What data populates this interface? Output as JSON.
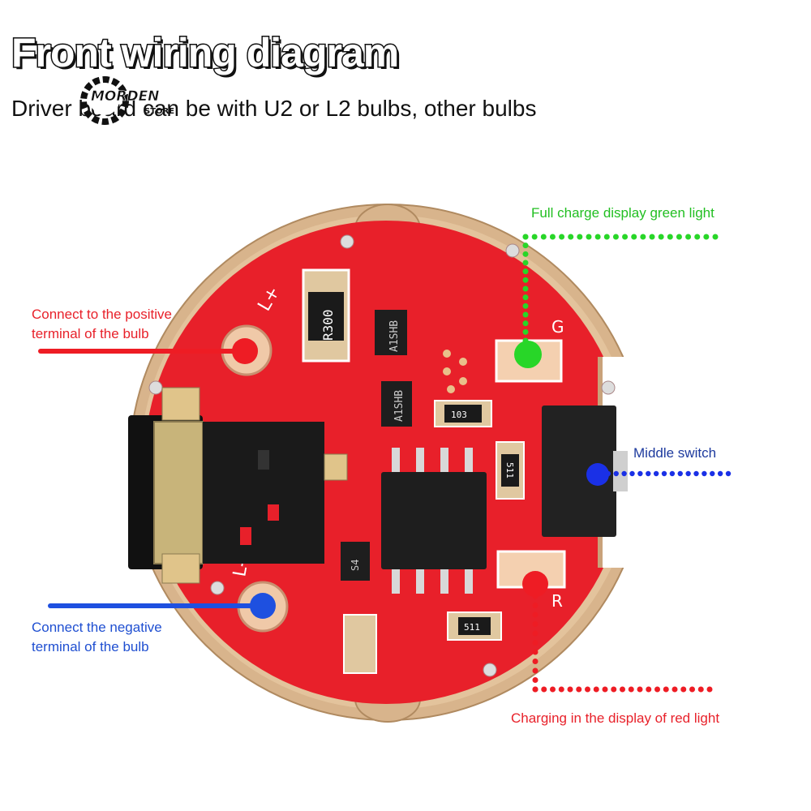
{
  "header": {
    "title": "Front wiring diagram",
    "subtitle": "Driver board can be with U2 or L2 bulbs, other bulbs"
  },
  "logo": {
    "brand": "MORDEN",
    "sub": "STORE"
  },
  "callouts": {
    "positive": {
      "line1": "Connect to the positive",
      "line2": "terminal of the bulb",
      "color": "#e8212a"
    },
    "negative": {
      "line1": "Connect the negative",
      "line2": "terminal of the bulb",
      "color": "#1f4fd1"
    },
    "green_light": {
      "text": "Full charge display green light",
      "color": "#22bf22"
    },
    "switch": {
      "text": "Middle switch",
      "color": "#1d3a9e"
    },
    "red_light": {
      "text": "Charging in the display of red light",
      "color": "#e8212a"
    }
  },
  "board": {
    "silkscreen": {
      "pos": "L+",
      "neg": "L-",
      "g": "G",
      "r": "R",
      "res1": "R300",
      "ic1": "A1SHB",
      "ic2": "A1SHB",
      "res2": "103",
      "res3": "511",
      "res4": "511",
      "diode": "S4"
    },
    "colors": {
      "pcb": "#e8202a",
      "ring": "#c9a27a"
    }
  }
}
